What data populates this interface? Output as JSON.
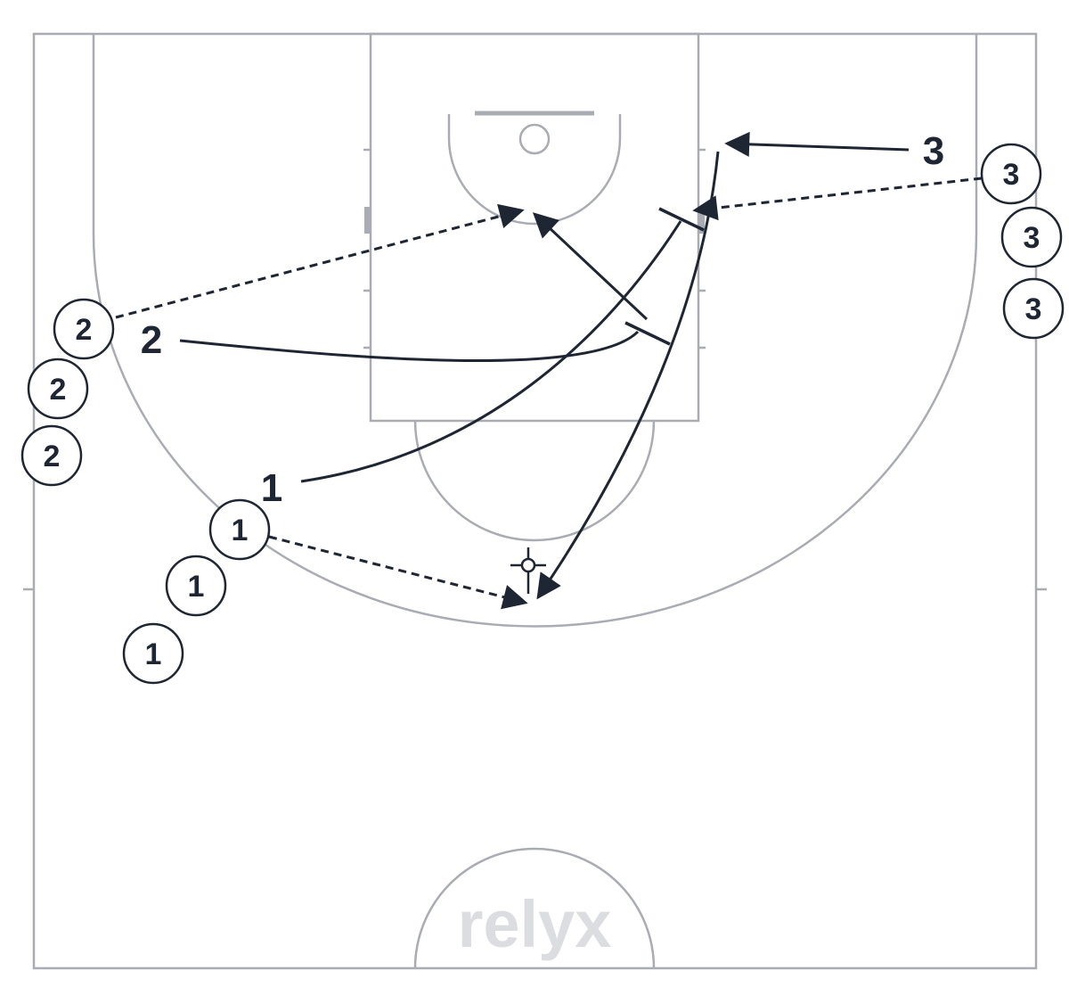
{
  "watermark": "relyx",
  "colors": {
    "court_lines": "#a9acb3",
    "ink": "#1f2633",
    "watermark": "#dcdde1",
    "background": "#ffffff"
  },
  "players": [
    {
      "label": "1"
    },
    {
      "label": "1"
    },
    {
      "label": "1"
    },
    {
      "label": "2"
    },
    {
      "label": "2"
    },
    {
      "label": "2"
    },
    {
      "label": "3"
    },
    {
      "label": "3"
    },
    {
      "label": "3"
    }
  ],
  "path_labels": [
    {
      "label": "1"
    },
    {
      "label": "2"
    },
    {
      "label": "3"
    }
  ],
  "icons": {
    "target": "crosshair-target-icon"
  }
}
